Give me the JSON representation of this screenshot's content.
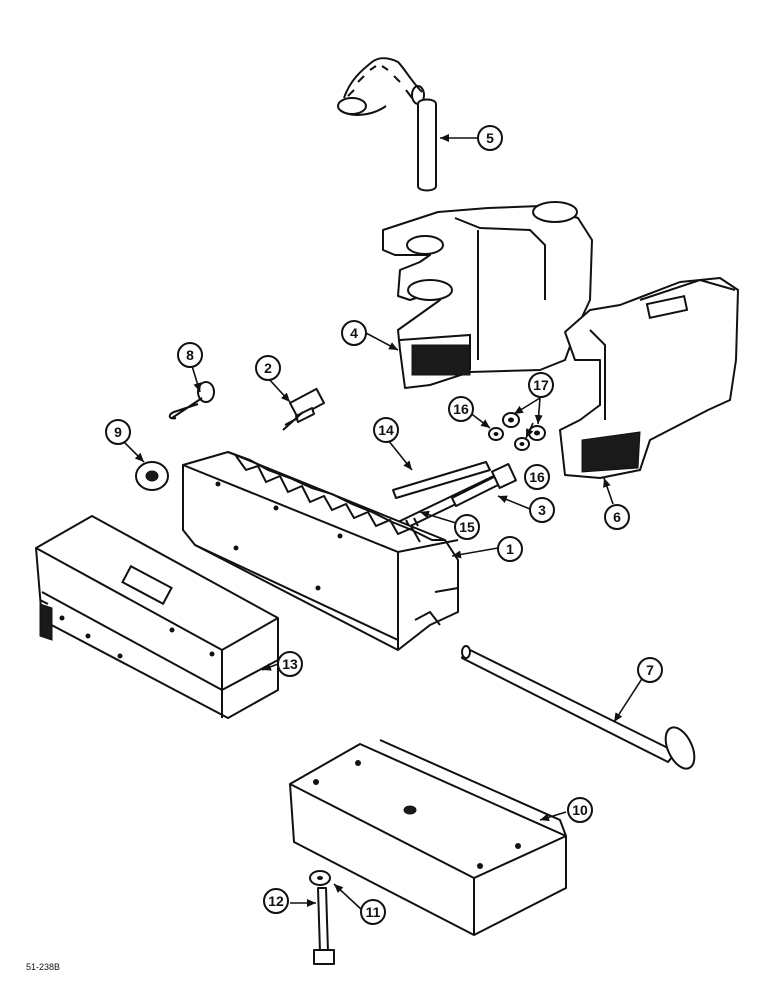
{
  "figure": {
    "reference": "51-238B"
  },
  "callouts": {
    "c1": "1",
    "c2": "2",
    "c3": "3",
    "c4": "4",
    "c5": "5",
    "c6": "6",
    "c7": "7",
    "c8": "8",
    "c9": "9",
    "c10": "10",
    "c11": "11",
    "c12": "12",
    "c13": "13",
    "c14": "14",
    "c15": "15",
    "c16a": "16",
    "c16b": "16",
    "c17": "17"
  }
}
